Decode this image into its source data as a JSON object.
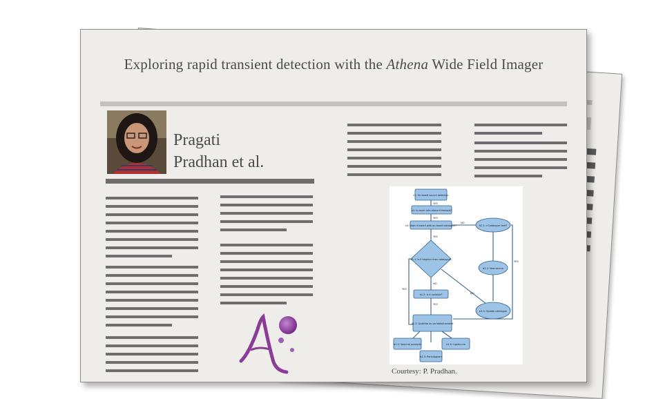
{
  "poster": {
    "title_pre": "Exploring rapid transient detection with the ",
    "title_italic": "Athena",
    "title_post": " Wide Field Imager",
    "author_line1": "Pragati",
    "author_line2": "Pradhan et al.",
    "courtesy": "Courtesy: P. Pradhan."
  },
  "flowchart": {
    "nodes": {
      "s1": "s1: On-board source detection",
      "s2": "s2: Is count rate above threshold?",
      "s3": "s3: Does it match with on-board catalogue?",
      "b11": "b1-1: Is it brighter than catalogue?",
      "b12": "b1-2: Is it variable?",
      "b13": "b1-3: Qualifies as variable/transient",
      "b14": "b1-4: Spectral products",
      "b15": "b1-5: Periodogram",
      "b16": "b1-6: Lightcurve",
      "b21": "b2-1: >Catalogue limit?",
      "b22": "b2-2: New source",
      "b23": "b2-3: Update catalogue"
    },
    "labels": {
      "yes": "YES",
      "no": "NO"
    }
  },
  "colors": {
    "paper": "#efede9",
    "text": "#4a4a4a",
    "bars": "#6e6e6e",
    "rule": "#c2c2c2",
    "logo_purple": "#8a3c96",
    "flow_fill": "#9dc3e6",
    "flow_stroke": "#2e5f8a"
  }
}
